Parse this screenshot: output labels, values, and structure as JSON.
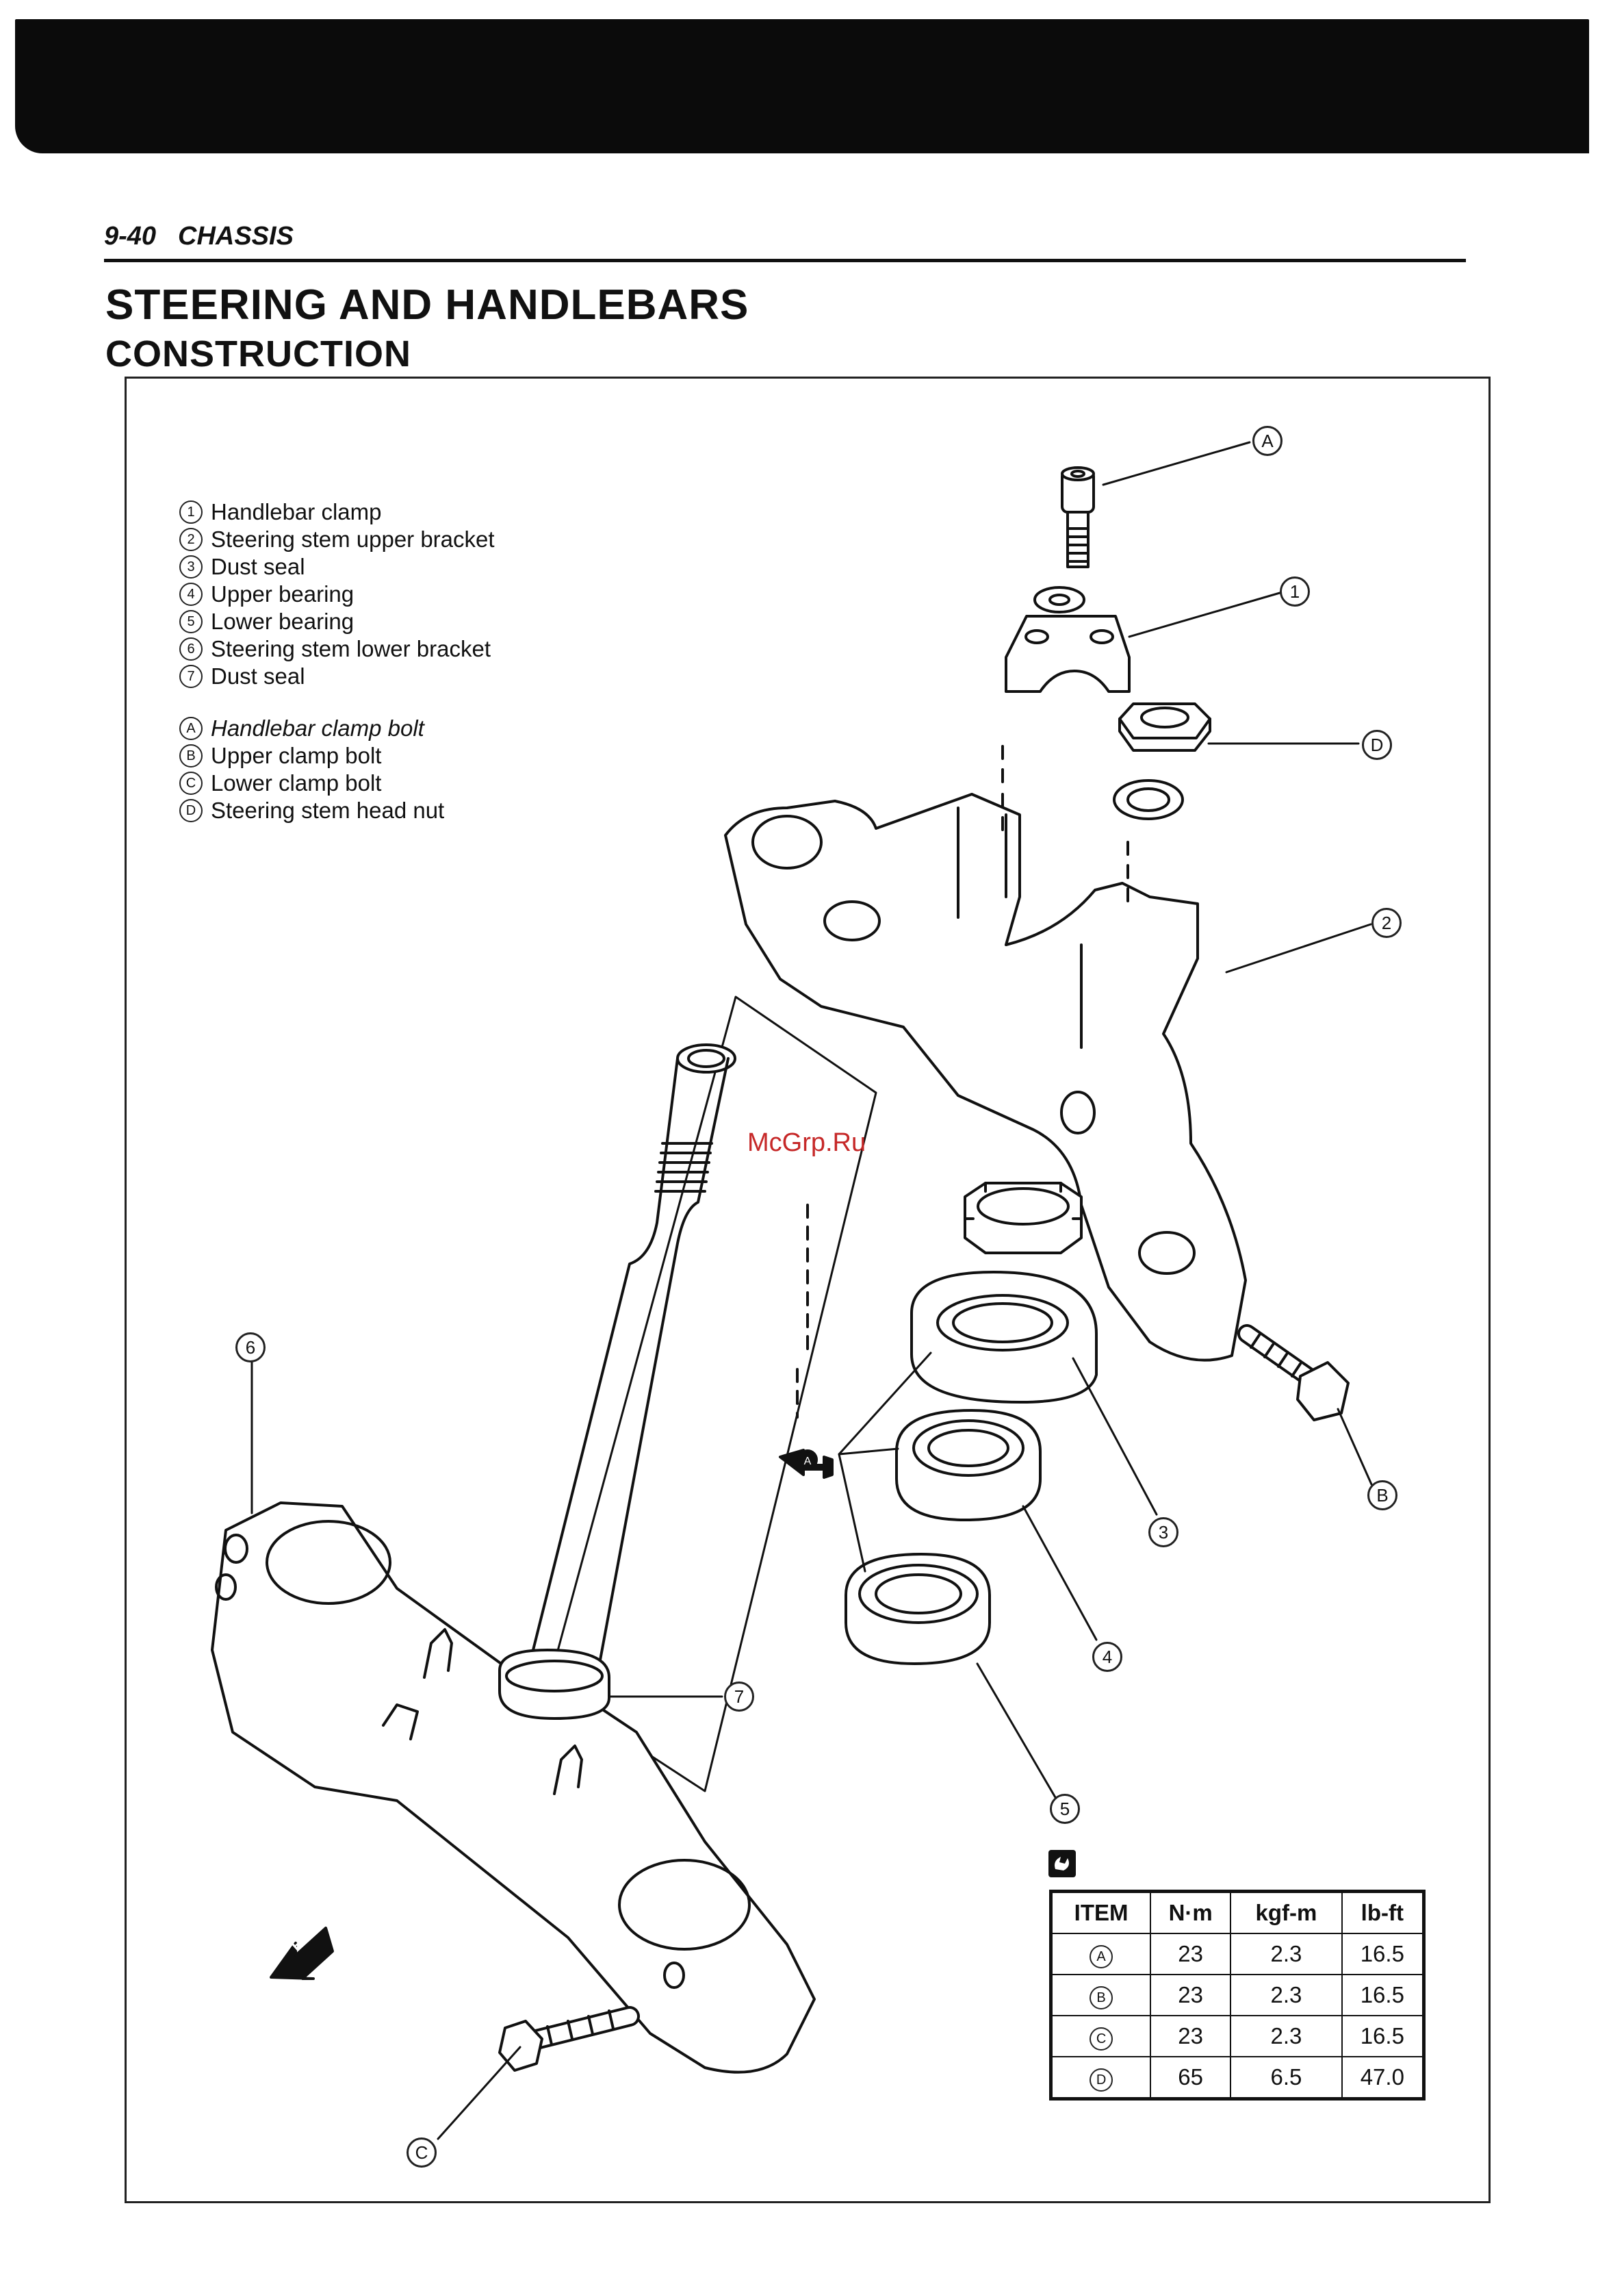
{
  "header": {
    "page_number": "9-40",
    "section": "CHASSIS"
  },
  "titles": {
    "main": "STEERING AND HANDLEBARS",
    "sub": "CONSTRUCTION"
  },
  "legend": {
    "parts": [
      {
        "mark": "1",
        "label": "Handlebar clamp"
      },
      {
        "mark": "2",
        "label": "Steering stem upper bracket"
      },
      {
        "mark": "3",
        "label": "Dust seal"
      },
      {
        "mark": "4",
        "label": "Upper bearing"
      },
      {
        "mark": "5",
        "label": "Lower bearing"
      },
      {
        "mark": "6",
        "label": "Steering stem lower bracket"
      },
      {
        "mark": "7",
        "label": "Dust seal"
      }
    ],
    "bolts": [
      {
        "mark": "A",
        "label": "Handlebar clamp bolt"
      },
      {
        "mark": "B",
        "label": "Upper clamp bolt"
      },
      {
        "mark": "C",
        "label": "Lower clamp bolt"
      },
      {
        "mark": "D",
        "label": "Steering stem head nut"
      }
    ]
  },
  "callouts": {
    "c1": "1",
    "c2": "2",
    "c3": "3",
    "c4": "4",
    "c5": "5",
    "c6": "6",
    "c7": "7",
    "cA": "A",
    "cB": "B",
    "cC": "C",
    "cD": "D",
    "grease": "A"
  },
  "fwd_label": "FWD",
  "watermark": "McGrp.Ru",
  "icons": {
    "torque": "wrench-icon",
    "grease": "grease-gun-icon",
    "forward": "forward-arrow-icon"
  },
  "torque_table": {
    "headers": [
      "ITEM",
      "N·m",
      "kgf-m",
      "lb-ft"
    ],
    "rows": [
      {
        "item": "A",
        "nm": "23",
        "kgfm": "2.3",
        "lbft": "16.5"
      },
      {
        "item": "B",
        "nm": "23",
        "kgfm": "2.3",
        "lbft": "16.5"
      },
      {
        "item": "C",
        "nm": "23",
        "kgfm": "2.3",
        "lbft": "16.5"
      },
      {
        "item": "D",
        "nm": "65",
        "kgfm": "6.5",
        "lbft": "47.0"
      }
    ]
  }
}
